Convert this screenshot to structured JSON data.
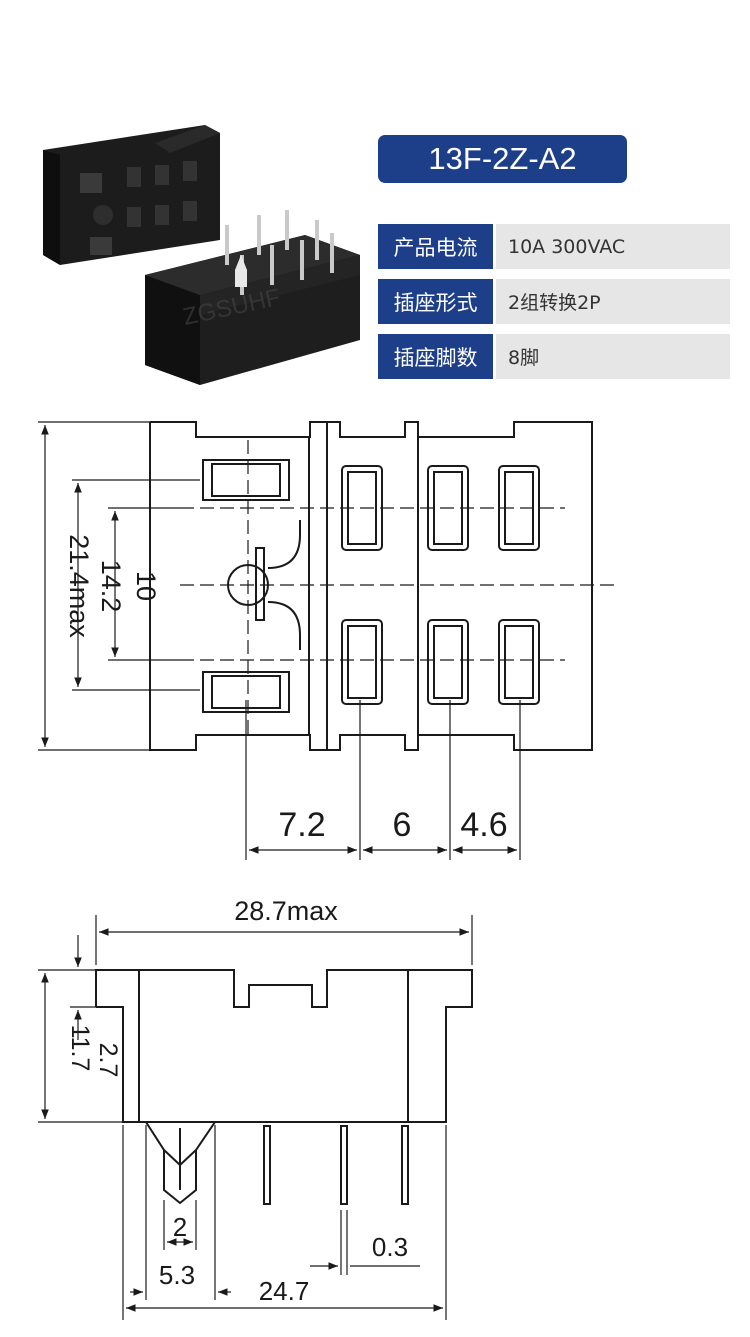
{
  "header": {
    "model": "13F-2Z-A2"
  },
  "specs": [
    {
      "label": "产品电流",
      "value": "10A 300VAC"
    },
    {
      "label": "插座形式",
      "value": "2组转换2P"
    },
    {
      "label": "插座脚数",
      "value": "8脚"
    }
  ],
  "photo": {
    "watermark": "ZGSUHF"
  },
  "top_view": {
    "dim_height_max": "21.4max",
    "dim_14_2": "14.2",
    "dim_10": "10",
    "dim_7_2": "7.2",
    "dim_6": "6",
    "dim_4_6": "4.6"
  },
  "side_view": {
    "dim_width_max": "28.7max",
    "dim_11_7": "11.7",
    "dim_2_7": "2.7",
    "dim_2": "2",
    "dim_5_3": "5.3",
    "dim_0_3": "0.3",
    "dim_24_7": "24.7"
  },
  "colors": {
    "brand_blue": "#1d3f8a",
    "value_bg": "#e6e6e6"
  }
}
